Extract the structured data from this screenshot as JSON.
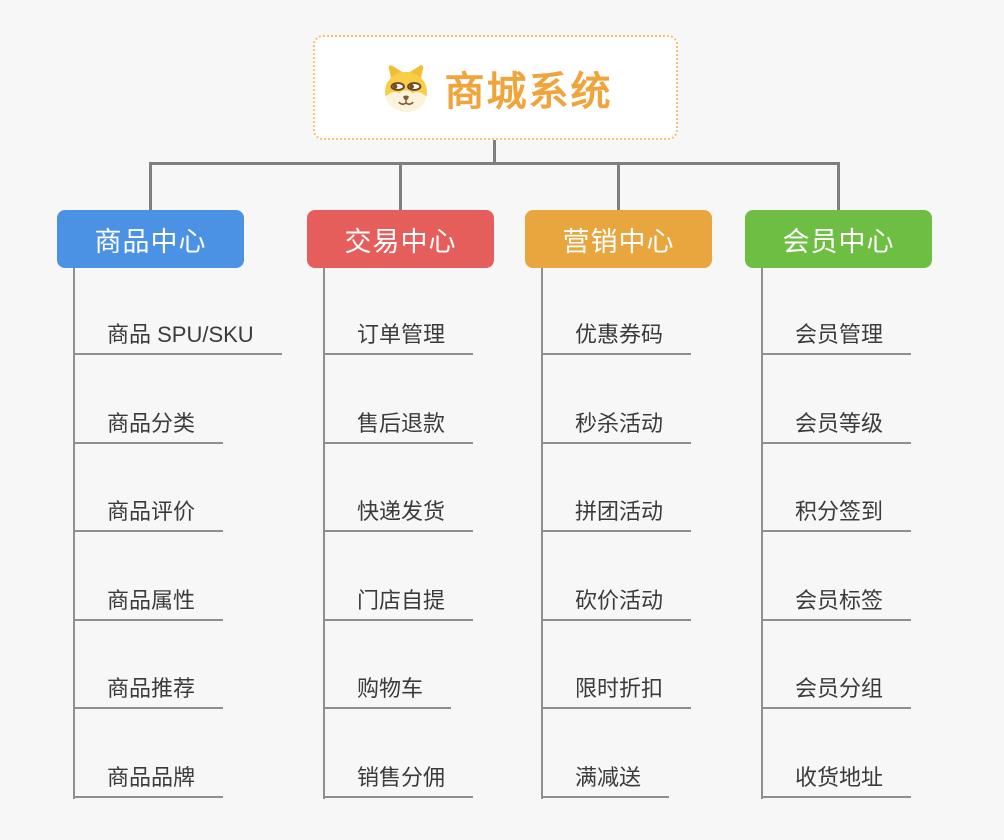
{
  "root": {
    "title": "商城系统",
    "icon": "dog-face-icon",
    "title_color": "#f0a43c",
    "border_color": "#f3c171"
  },
  "branches": [
    {
      "label": "商品中心",
      "color": "#4b92e5",
      "children": [
        "商品 SPU/SKU",
        "商品分类",
        "商品评价",
        "商品属性",
        "商品推荐",
        "商品品牌"
      ]
    },
    {
      "label": "交易中心",
      "color": "#e55e5c",
      "children": [
        "订单管理",
        "售后退款",
        "快递发货",
        "门店自提",
        "购物车",
        "销售分佣"
      ]
    },
    {
      "label": "营销中心",
      "color": "#e9a63e",
      "children": [
        "优惠券码",
        "秒杀活动",
        "拼团活动",
        "砍价活动",
        "限时折扣",
        "满减送"
      ]
    },
    {
      "label": "会员中心",
      "color": "#6fbe44",
      "children": [
        "会员管理",
        "会员等级",
        "积分签到",
        "会员标签",
        "会员分组",
        "收货地址"
      ]
    }
  ],
  "colors": {
    "background": "#f7f7f7",
    "connector": "#7f7f7f",
    "branch_line": "#8f8f8f",
    "item_text": "#3b3b3b"
  }
}
